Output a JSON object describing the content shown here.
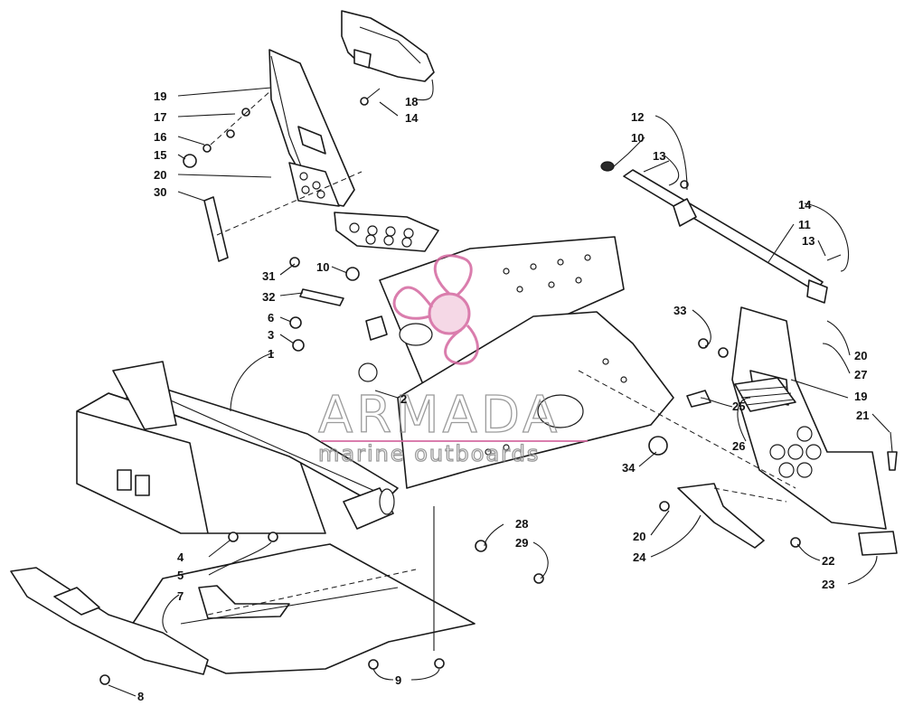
{
  "watermark": {
    "brand": "ARMADA",
    "tagline": "marine outboards",
    "accent_color": "#d4679f",
    "icon": "propeller-logo-icon"
  },
  "callouts": [
    {
      "id": "c19a",
      "label": "19"
    },
    {
      "id": "c17",
      "label": "17"
    },
    {
      "id": "c16",
      "label": "16"
    },
    {
      "id": "c15",
      "label": "15"
    },
    {
      "id": "c20a",
      "label": "20"
    },
    {
      "id": "c30",
      "label": "30"
    },
    {
      "id": "c18",
      "label": "18"
    },
    {
      "id": "c14a",
      "label": "14"
    },
    {
      "id": "c12",
      "label": "12"
    },
    {
      "id": "c10a",
      "label": "10"
    },
    {
      "id": "c13a",
      "label": "13"
    },
    {
      "id": "c14b",
      "label": "14"
    },
    {
      "id": "c11",
      "label": "11"
    },
    {
      "id": "c13b",
      "label": "13"
    },
    {
      "id": "c31",
      "label": "31"
    },
    {
      "id": "c10b",
      "label": "10"
    },
    {
      "id": "c32",
      "label": "32"
    },
    {
      "id": "c6",
      "label": "6"
    },
    {
      "id": "c3",
      "label": "3"
    },
    {
      "id": "c1",
      "label": "1"
    },
    {
      "id": "c2",
      "label": "2"
    },
    {
      "id": "c33",
      "label": "33"
    },
    {
      "id": "c20b",
      "label": "20"
    },
    {
      "id": "c27",
      "label": "27"
    },
    {
      "id": "c19b",
      "label": "19"
    },
    {
      "id": "c25",
      "label": "25"
    },
    {
      "id": "c26",
      "label": "26"
    },
    {
      "id": "c21",
      "label": "21"
    },
    {
      "id": "c34",
      "label": "34"
    },
    {
      "id": "c4",
      "label": "4"
    },
    {
      "id": "c5",
      "label": "5"
    },
    {
      "id": "c7",
      "label": "7"
    },
    {
      "id": "c28",
      "label": "28"
    },
    {
      "id": "c29",
      "label": "29"
    },
    {
      "id": "c20c",
      "label": "20"
    },
    {
      "id": "c24",
      "label": "24"
    },
    {
      "id": "c22",
      "label": "22"
    },
    {
      "id": "c23",
      "label": "23"
    },
    {
      "id": "c8",
      "label": "8"
    },
    {
      "id": "c9",
      "label": "9"
    }
  ]
}
